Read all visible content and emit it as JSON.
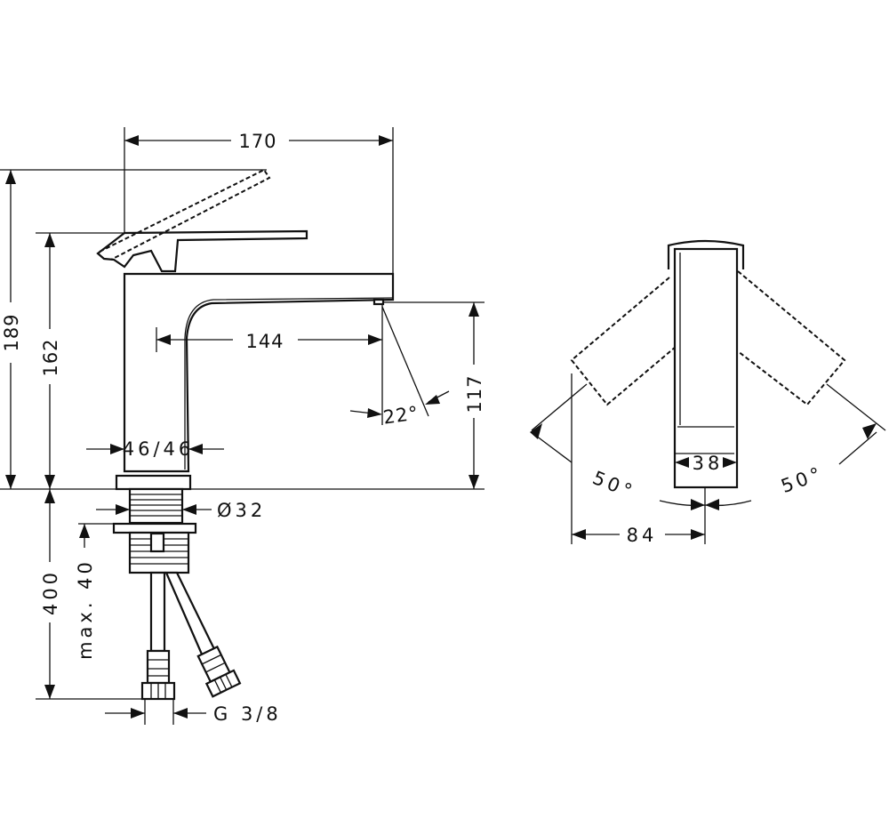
{
  "side_view": {
    "dim_total_length": "170",
    "dim_total_height": "189",
    "dim_spout_top_height": "162",
    "dim_spout_reach": "144",
    "dim_outlet_height": "117",
    "dim_outlet_angle": "22°",
    "dim_base_width": "46/46",
    "dim_shank_diameter": "Ø32",
    "dim_hose_length": "400",
    "dim_max_counter": "max. 40",
    "dim_connection_thread": "G 3/8"
  },
  "front_view": {
    "dim_handle_width": "38",
    "dim_base_offset": "84",
    "dim_left_swing_angle": "50°",
    "dim_right_swing_angle": "50°"
  }
}
